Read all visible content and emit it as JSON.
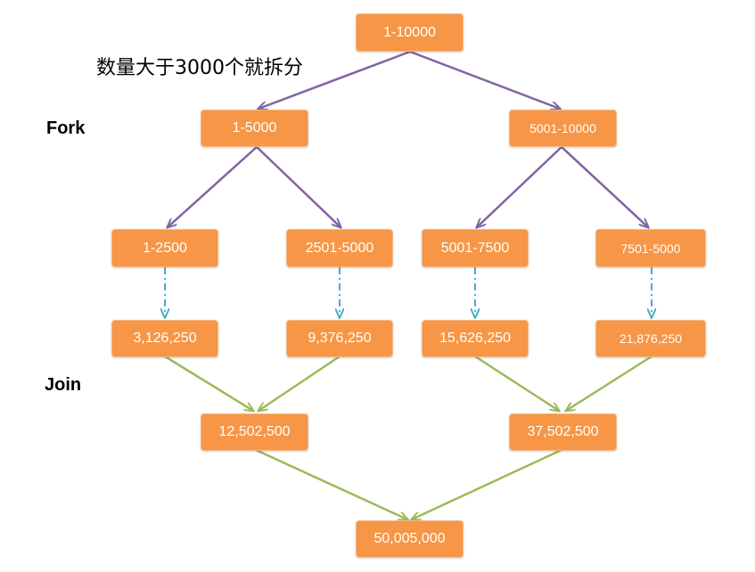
{
  "diagram": {
    "note": "数量大于3000个就拆分",
    "fork_label": "Fork",
    "join_label": "Join",
    "nodes": {
      "root": "1-10000",
      "left": "1-5000",
      "right": "5001-10000",
      "l1": "1-2500",
      "l2": "2501-5000",
      "r1": "5001-7500",
      "r2": "7501-5000",
      "s1": "3,126,250",
      "s2": "9,376,250",
      "s3": "15,626,250",
      "s4": "21,876,250",
      "j1": "12,502,500",
      "j2": "37,502,500",
      "final": "50,005,000"
    },
    "colors": {
      "node_fill": "#f79646",
      "fork_arrow": "#8064a2",
      "compute_arrow": "#4bacc6",
      "join_arrow": "#9bbb59"
    }
  }
}
